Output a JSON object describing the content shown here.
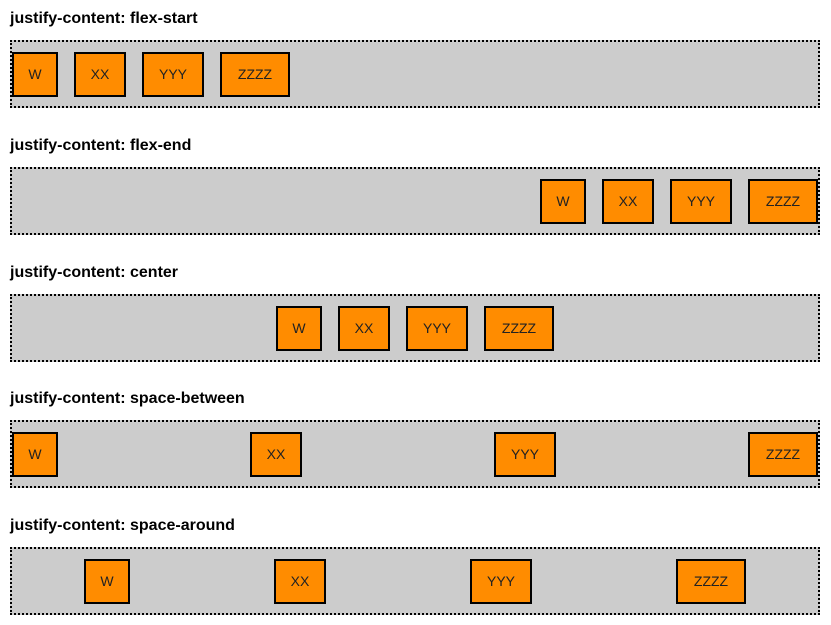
{
  "demos": [
    {
      "title": "justify-content: flex-start",
      "justify": "flex-start",
      "items": [
        "W",
        "XX",
        "YYY",
        "ZZZZ"
      ]
    },
    {
      "title": "justify-content: flex-end",
      "justify": "flex-end",
      "items": [
        "W",
        "XX",
        "YYY",
        "ZZZZ"
      ]
    },
    {
      "title": "justify-content: center",
      "justify": "center",
      "items": [
        "W",
        "XX",
        "YYY",
        "ZZZZ"
      ]
    },
    {
      "title": "justify-content: space-between",
      "justify": "space-between",
      "items": [
        "W",
        "XX",
        "YYY",
        "ZZZZ"
      ]
    },
    {
      "title": "justify-content: space-around",
      "justify": "space-around",
      "items": [
        "W",
        "XX",
        "YYY",
        "ZZZZ"
      ]
    }
  ],
  "colors": {
    "item_bg": "#ff8c00",
    "container_bg": "#cccccc",
    "border": "#000000"
  }
}
